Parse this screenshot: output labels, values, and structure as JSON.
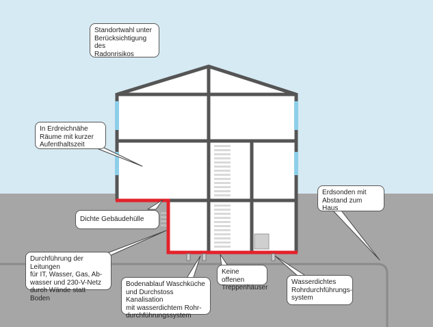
{
  "colors": {
    "sky": "#d6eaf3",
    "ground": "#a6a6a6",
    "wall": "#555555",
    "interior": "#ffffff",
    "window": "#8dcfe9",
    "seal": "#e3222b"
  },
  "callouts": {
    "radon_site": "Standortwahl unter\nBerücksichtigung des\nRadonrisikos",
    "ground_rooms": "In Erdreichnähe\nRäume mit kurzer\nAufenthaltszeit",
    "probes": "Erdsonden mit\nAbstand zum Haus",
    "envelope": "Dichte Gebäudehülle",
    "conduits": "Durchführung der Leitungen\nfür IT, Wasser, Gas, Ab-\nwasser und 230-V-Netz\ndurch Wände statt Boden",
    "floor_drain": "Bodenablauf Waschküche\nund Durchstoss Kanalisation\nmit wasserdichtem Rohr-\ndurchführungssystem",
    "stairwell": "Keine offenen\nTreppenhäuser",
    "pipe_system": "Wasserdichtes\nRohrdurchführungs-\nsystem"
  }
}
